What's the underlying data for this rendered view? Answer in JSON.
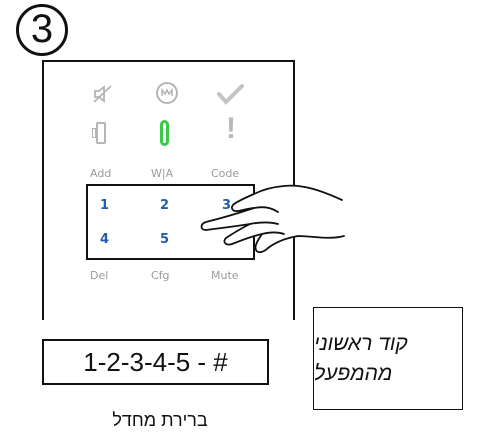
{
  "step": {
    "number": "3"
  },
  "panel": {
    "icons_row1": [
      "speaker-mute-icon",
      "m-circle-icon",
      "check-icon"
    ],
    "functions_top": [
      "Add",
      "W|A",
      "Code"
    ],
    "functions_bottom": [
      "Del",
      "Cfg",
      "Mute"
    ],
    "keys": [
      "1",
      "2",
      "3",
      "4",
      "5"
    ],
    "status_colors": {
      "green": "#3ec84a",
      "key_blue": "#1f5fa8",
      "gray": "#b5b5b5"
    }
  },
  "code_sequence": "1-2-3-4-5 - #",
  "note": {
    "line1": "קוד ראשוני",
    "line2": "מהמפעל"
  },
  "caption": "ברירת מחדל"
}
